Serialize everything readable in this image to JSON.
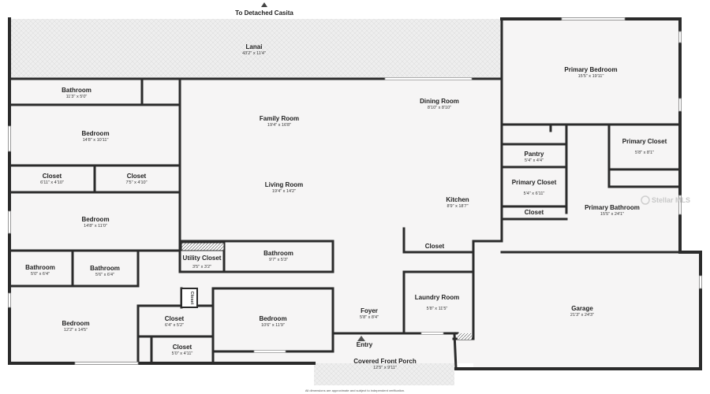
{
  "plan": {
    "top_label": "To Detached Casita",
    "footnote": "All dimensions are approximate and subject to independent verification.",
    "watermark": "Stellar MLS",
    "colors": {
      "wall": "#2b2b2b",
      "floor": "#f6f5f5",
      "outdoor": "#ececec",
      "window": "#bdbdbd"
    },
    "rooms": {
      "lanai": {
        "name": "Lanai",
        "dims": "43'2\" x 11'4\""
      },
      "primary_bedroom": {
        "name": "Primary Bedroom",
        "dims": "15'5\" x 19'11\""
      },
      "bathroom_top": {
        "name": "Bathroom",
        "dims": "11'3\" x 5'0\""
      },
      "family_room": {
        "name": "Family Room",
        "dims": "19'4\" x 16'8\""
      },
      "dining_room": {
        "name": "Dining Room",
        "dims": "8'10\" x 8'10\""
      },
      "bedroom_1": {
        "name": "Bedroom",
        "dims": "14'8\" x 10'11\""
      },
      "primary_closet_1": {
        "name": "Primary Closet",
        "dims": "5'8\" x 8'1\""
      },
      "pantry": {
        "name": "Pantry",
        "dims": "5'4\" x 4'4\""
      },
      "closet_1": {
        "name": "Closet",
        "dims": "6'11\" x 4'10\""
      },
      "closet_2": {
        "name": "Closet",
        "dims": "7'5\" x 4'10\""
      },
      "living_room": {
        "name": "Living Room",
        "dims": "19'4\" x 14'2\""
      },
      "primary_closet_2": {
        "name": "Primary Closet",
        "dims": "5'4\" x 6'11\""
      },
      "kitchen": {
        "name": "Kitchen",
        "dims": "8'9\" x 18'7\""
      },
      "primary_bathroom": {
        "name": "Primary Bathroom",
        "dims": "15'5\" x 24'1\""
      },
      "closet_small": {
        "name": "Closet"
      },
      "bedroom_2": {
        "name": "Bedroom",
        "dims": "14'8\" x 11'0\""
      },
      "closet_kitchen": {
        "name": "Closet"
      },
      "utility_closet": {
        "name": "Utility Closet",
        "dims": "3'5\" x 3'2\""
      },
      "bathroom_mid": {
        "name": "Bathroom",
        "dims": "9'7\" x 5'3\""
      },
      "bathroom_a": {
        "name": "Bathroom",
        "dims": "5'0\" x 6'4\""
      },
      "bathroom_b": {
        "name": "Bathroom",
        "dims": "5'6\" x 6'4\""
      },
      "laundry_room": {
        "name": "Laundry Room",
        "dims": "5'8\" x 11'5\""
      },
      "garage": {
        "name": "Garage",
        "dims": "21'3\" x 24'3\""
      },
      "closet_vertical": {
        "name": "Closet"
      },
      "bedroom_3": {
        "name": "Bedroom",
        "dims": "12'2\" x 14'5\""
      },
      "bedroom_4": {
        "name": "Bedroom",
        "dims": "10'6\" x 11'9\""
      },
      "foyer": {
        "name": "Foyer",
        "dims": "5'8\" x 8'4\""
      },
      "closet_3": {
        "name": "Closet",
        "dims": "6'4\" x 5'2\""
      },
      "closet_4": {
        "name": "Closet",
        "dims": "5'0\" x 4'11\""
      },
      "entry": {
        "name": "Entry"
      },
      "porch": {
        "name": "Covered Front Porch",
        "dims": "12'5\" x 9'11\""
      }
    }
  }
}
